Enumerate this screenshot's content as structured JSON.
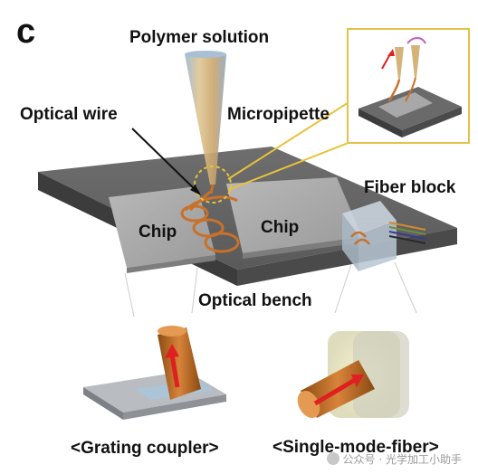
{
  "panel_letter": "c",
  "labels": {
    "polymer_solution": "Polymer solution",
    "optical_wire": "Optical wire",
    "micropipette": "Micropipette",
    "fiber_block": "Fiber block",
    "chip_left": "Chip",
    "chip_right": "Chip",
    "optical_bench": "Optical bench",
    "grating_coupler": "<Grating coupler>",
    "single_mode_fiber": "<Single-mode-fiber>"
  },
  "watermark": {
    "text": "公众号 · 光学加工小助手"
  },
  "colors": {
    "bench": "#545454",
    "bench_top": "#6a6a6a",
    "chip": "#a9a9a9",
    "wire": "#c8712a",
    "pipette": "#d4b27a",
    "inset_border": "#e2c24a",
    "arrow": "#e02020"
  }
}
